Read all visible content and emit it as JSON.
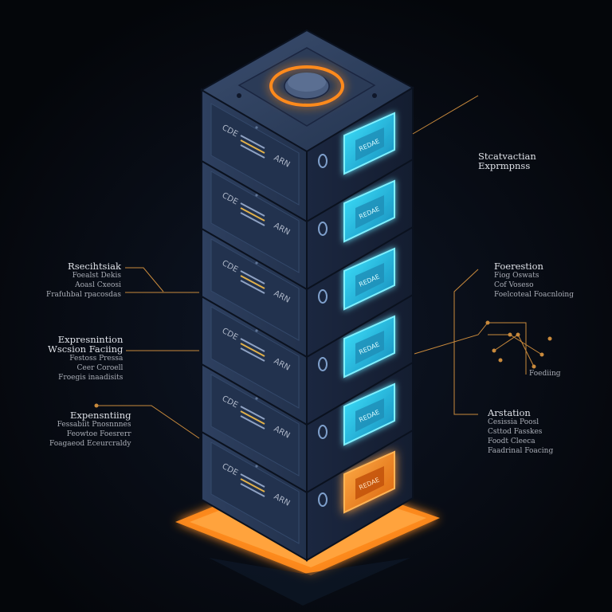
{
  "colors": {
    "background": "#05070c",
    "tower_face": "#2a3a55",
    "tower_side": "#1c2840",
    "accent_cyan": "#29d3f5",
    "accent_orange": "#ff8a1a",
    "leader_line": "#c98a3c"
  },
  "module_text": {
    "code": "CDE",
    "mid": "ARN",
    "badge": "REDAE"
  },
  "labels_left": [
    {
      "title": "Rsecihtsiak",
      "lines": [
        "Foealst Dekis",
        "Aoasl Cxeosi",
        "Frafuhbal rpacosdas"
      ]
    },
    {
      "title": "Expresnintion",
      "lines": [
        "Wscsion Faciing",
        "Festoss Pressa",
        "Ceer Coroell",
        "Froegis inaadisits"
      ]
    },
    {
      "title": "Expensntiing",
      "lines": [
        "Fessabiit Pnosnnnes",
        "Feowtoe Foesrerr",
        "Foagaeod Eceurcraldy"
      ]
    }
  ],
  "labels_right": [
    {
      "title": "Stcatvactian",
      "lines": [
        "Exprmpnss"
      ]
    },
    {
      "title": "Foerestion",
      "lines": [
        "Fiog Oswats",
        "Cof Voseso",
        "Foelcoteal Foacnloing"
      ]
    },
    {
      "title": "Foediing",
      "lines": []
    },
    {
      "title": "Arstation",
      "lines": [
        "Cesissia Poosl",
        "Csttod Fasskes",
        "Foodt Cleeca",
        "Faadrinal Foacing"
      ]
    }
  ]
}
